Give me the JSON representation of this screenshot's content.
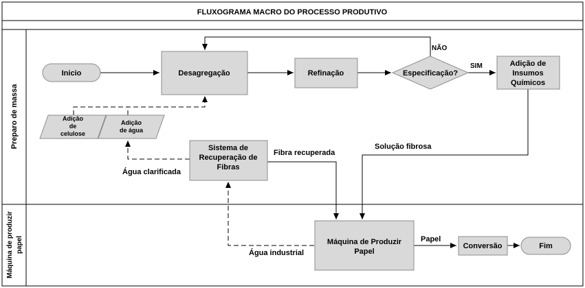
{
  "title": "FLUXOGRAMA MACRO DO PROCESSO PRODUTIVO",
  "lanes": {
    "prep": "Preparo de massa",
    "maq_line1": "Máquina de produzir",
    "maq_line2": "papel"
  },
  "nodes": {
    "inicio": "Inicio",
    "desagregacao": "Desagregação",
    "refinacao": "Refinação",
    "especificacao": "Especificação?",
    "adicao_insumos": [
      "Adição de",
      "Insumos",
      "Químicos"
    ],
    "adicao_celulose": [
      "Adição",
      "de",
      "celulose"
    ],
    "adicao_agua": [
      "Adição",
      "de água"
    ],
    "sistema_recuperacao": [
      "Sistema de",
      "Recuperação de",
      "Fibras"
    ],
    "maquina": [
      "Máquina de Produzir",
      "Papel"
    ],
    "conversao": "Conversão",
    "fim": "Fim"
  },
  "labels": {
    "nao": "NÃO",
    "sim": "SIM",
    "fibra_recuperada": "Fibra recuperada",
    "solucao_fibrosa": "Solução fibrosa",
    "agua_clarificada": "Água clarificada",
    "agua_industrial": "Água industrial",
    "papel": "Papel"
  },
  "colors": {
    "box_fill": "#d9d9d9",
    "box_stroke": "#8c8c8c",
    "line": "#000000"
  }
}
